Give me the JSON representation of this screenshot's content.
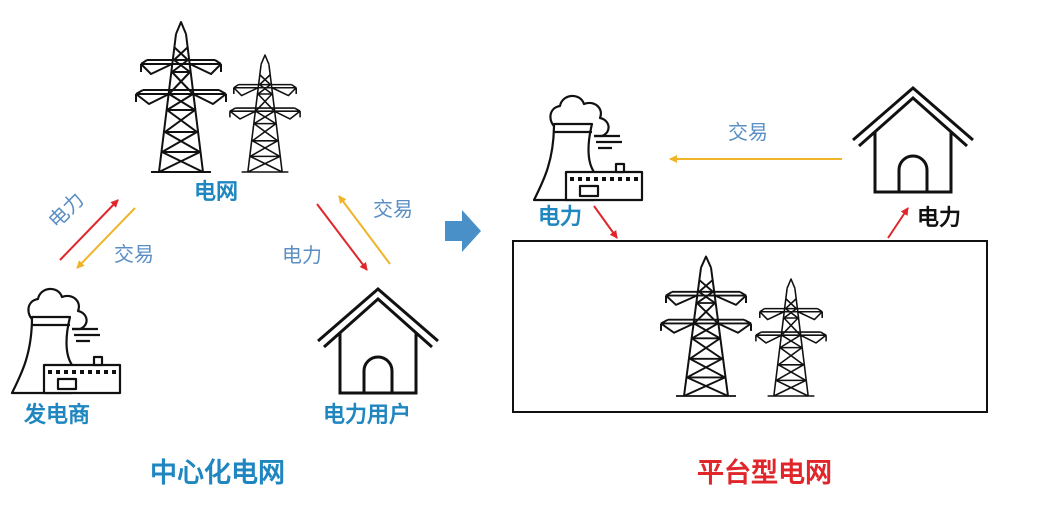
{
  "left_diagram": {
    "title": "中心化电网",
    "grid_label": "电网",
    "producer_label": "发电商",
    "consumer_label": "电力用户",
    "edge_power_left": "电力",
    "edge_trade_left": "交易",
    "edge_power_right": "电力",
    "edge_trade_right": "交易"
  },
  "right_diagram": {
    "title": "平台型电网",
    "trade_label": "交易",
    "producer_power_label": "电力",
    "consumer_power_label": "电力"
  },
  "colors": {
    "blue": "#1f86c0",
    "red": "#e0262a",
    "trade_arrow": "#f0b429",
    "transition_arrow": "#4a90c8",
    "edge_text": "#5b8fc4"
  }
}
